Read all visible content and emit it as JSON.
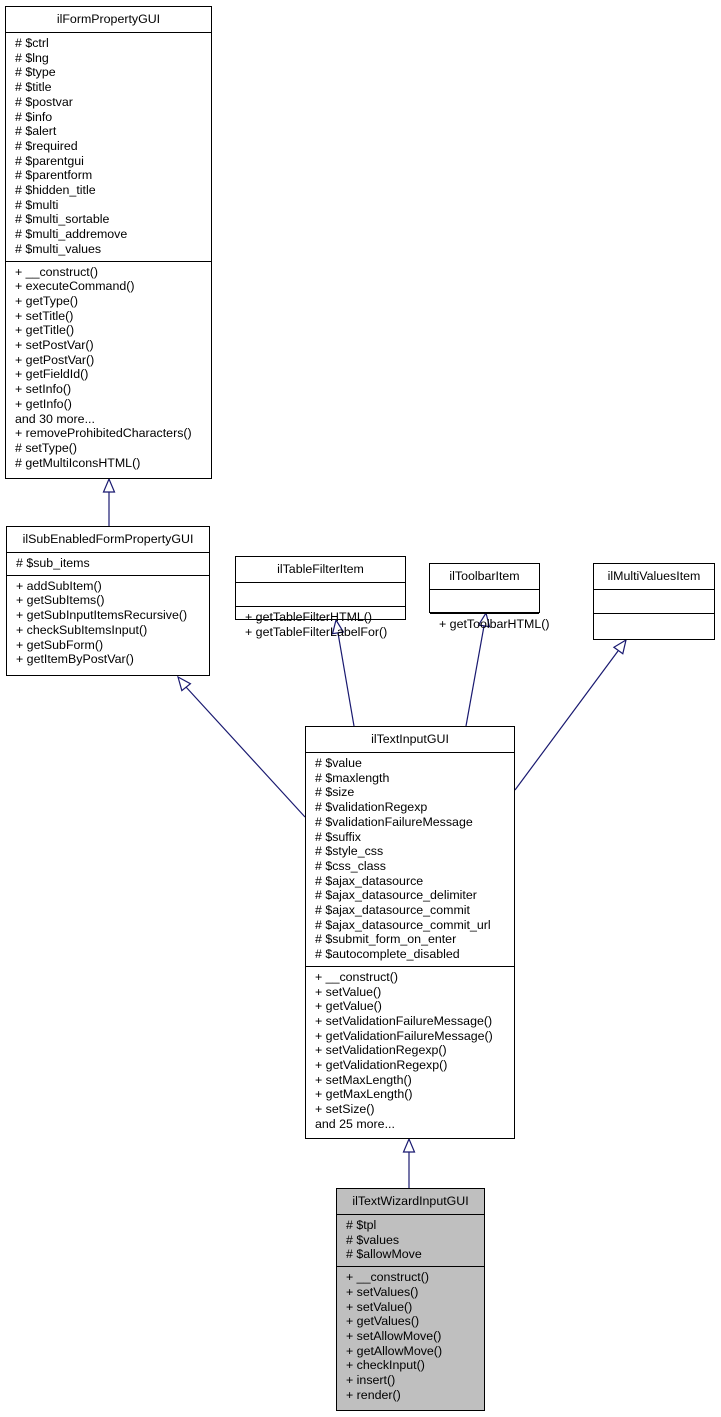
{
  "classes": [
    {
      "id": "ilFormPropertyGUI",
      "name": "ilFormPropertyGUI",
      "attributes": [
        "# $ctrl",
        "# $lng",
        "# $type",
        "# $title",
        "# $postvar",
        "# $info",
        "# $alert",
        "# $required",
        "# $parentgui",
        "# $parentform",
        "# $hidden_title",
        "# $multi",
        "# $multi_sortable",
        "# $multi_addremove",
        "# $multi_values"
      ],
      "operations": [
        "+ __construct()",
        "+ executeCommand()",
        "+ getType()",
        "+ setTitle()",
        "+ getTitle()",
        "+ setPostVar()",
        "+ getPostVar()",
        "+ getFieldId()",
        "+ setInfo()",
        "+ getInfo()",
        "and 30 more...",
        "+ removeProhibitedCharacters()",
        "# setType()",
        "# getMultiIconsHTML()"
      ]
    },
    {
      "id": "ilSubEnabledFormPropertyGUI",
      "name": "ilSubEnabledFormPropertyGUI",
      "attributes": [
        "# $sub_items"
      ],
      "operations": [
        "+ addSubItem()",
        "+ getSubItems()",
        "+ getSubInputItemsRecursive()",
        "+ checkSubItemsInput()",
        "+ getSubForm()",
        "+ getItemByPostVar()"
      ]
    },
    {
      "id": "ilTableFilterItem",
      "name": "ilTableFilterItem",
      "attributes": [],
      "operations": [
        "+ getTableFilterHTML()",
        "+ getTableFilterLabelFor()"
      ]
    },
    {
      "id": "ilToolbarItem",
      "name": "ilToolbarItem",
      "attributes": [],
      "operations": [
        "+ getToolbarHTML()"
      ]
    },
    {
      "id": "ilMultiValuesItem",
      "name": "ilMultiValuesItem",
      "attributes": [],
      "operations": []
    },
    {
      "id": "ilTextInputGUI",
      "name": "ilTextInputGUI",
      "attributes": [
        "# $value",
        "# $maxlength",
        "# $size",
        "# $validationRegexp",
        "# $validationFailureMessage",
        "# $suffix",
        "# $style_css",
        "# $css_class",
        "# $ajax_datasource",
        "# $ajax_datasource_delimiter",
        "# $ajax_datasource_commit",
        "# $ajax_datasource_commit_url",
        "# $submit_form_on_enter",
        "# $autocomplete_disabled"
      ],
      "operations": [
        "+ __construct()",
        "+ setValue()",
        "+ getValue()",
        "+ setValidationFailureMessage()",
        "+ getValidationFailureMessage()",
        "+ setValidationRegexp()",
        "+ getValidationRegexp()",
        "+ setMaxLength()",
        "+ getMaxLength()",
        "+ setSize()",
        "and 25 more..."
      ]
    },
    {
      "id": "ilTextWizardInputGUI",
      "name": "ilTextWizardInputGUI",
      "current": true,
      "attributes": [
        "# $tpl",
        "# $values",
        "# $allowMove"
      ],
      "operations": [
        "+ __construct()",
        "+ setValues()",
        "+ setValue()",
        "+ getValues()",
        "+ setAllowMove()",
        "+ getAllowMove()",
        "+ checkInput()",
        "+ insert()",
        "+ render()"
      ]
    }
  ],
  "relations": [
    {
      "from": "ilSubEnabledFormPropertyGUI",
      "to": "ilFormPropertyGUI",
      "type": "inheritance"
    },
    {
      "from": "ilTextInputGUI",
      "to": "ilSubEnabledFormPropertyGUI",
      "type": "inheritance"
    },
    {
      "from": "ilTextInputGUI",
      "to": "ilTableFilterItem",
      "type": "inheritance"
    },
    {
      "from": "ilTextInputGUI",
      "to": "ilToolbarItem",
      "type": "inheritance"
    },
    {
      "from": "ilTextInputGUI",
      "to": "ilMultiValuesItem",
      "type": "inheritance"
    },
    {
      "from": "ilTextWizardInputGUI",
      "to": "ilTextInputGUI",
      "type": "inheritance"
    }
  ],
  "colors": {
    "edge": "#191970",
    "box_border": "#000000",
    "current_fill": "#bfbfbf"
  }
}
